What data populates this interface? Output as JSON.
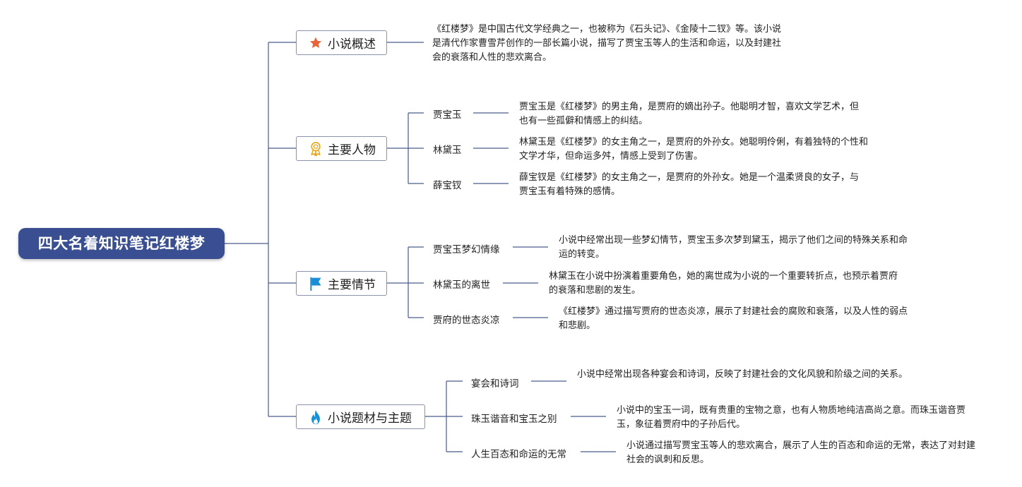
{
  "root": {
    "label": "四大名着知识笔记红楼梦"
  },
  "overview": {
    "label": "小说概述",
    "icon": "star-icon",
    "text": "《红楼梦》是中国古代文学经典之一，也被称为《石头记》、《金陵十二钗》等。该小说是清代作家曹雪芹创作的一部长篇小说，描写了贾宝玉等人的生活和命运，以及封建社会的衰落和人性的悲欢离合。"
  },
  "characters": {
    "label": "主要人物",
    "icon": "award-ribbon-icon",
    "items": [
      {
        "name": "贾宝玉",
        "text": "贾宝玉是《红楼梦》的男主角，是贾府的嫡出孙子。他聪明才智，喜欢文学艺术，但也有一些孤僻和情感上的纠结。"
      },
      {
        "name": "林黛玉",
        "text": "林黛玉是《红楼梦》的女主角之一，是贾府的外孙女。她聪明伶俐，有着独特的个性和文学才华，但命运多舛，情感上受到了伤害。"
      },
      {
        "name": "薛宝钗",
        "text": "薛宝钗是《红楼梦》的女主角之一，是贾府的外孙女。她是一个温柔贤良的女子，与贾宝玉有着特殊的感情。"
      }
    ]
  },
  "plot": {
    "label": "主要情节",
    "icon": "flag-icon",
    "items": [
      {
        "name": "贾宝玉梦幻情缘",
        "text": "小说中经常出现一些梦幻情节，贾宝玉多次梦到黛玉，揭示了他们之间的特殊关系和命运的转变。"
      },
      {
        "name": "林黛玉的离世",
        "text": "林黛玉在小说中扮演着重要角色，她的离世成为小说的一个重要转折点，也预示着贾府的衰落和悲剧的发生。"
      },
      {
        "name": "贾府的世态炎凉",
        "text": "《红楼梦》通过描写贾府的世态炎凉，展示了封建社会的腐败和衰落，以及人性的弱点和悲剧。"
      }
    ]
  },
  "themes": {
    "label": "小说题材与主题",
    "icon": "flame-icon",
    "items": [
      {
        "name": "宴会和诗词",
        "text": "小说中经常出现各种宴会和诗词，反映了封建社会的文化风貌和阶级之间的关系。"
      },
      {
        "name": "珠玉谐音和宝玉之别",
        "text": "小说中的宝玉一词，既有贵重的宝物之意，也有人物质地纯洁高尚之意。而珠玉谐音贾玉，象征着贾府中的子孙后代。"
      },
      {
        "name": "人生百态和命运的无常",
        "text": "小说通过描写贾宝玉等人的悲欢离合，展示了人生的百态和命运的无常，表达了对封建社会的讽刺和反思。"
      }
    ]
  },
  "colors": {
    "root_bg": "#3a4f91",
    "line": "#4a5a8c",
    "star": "#e8643a",
    "ribbon": "#e8a820",
    "flag": "#1a8fd6",
    "flame": "#1a8fd6"
  }
}
